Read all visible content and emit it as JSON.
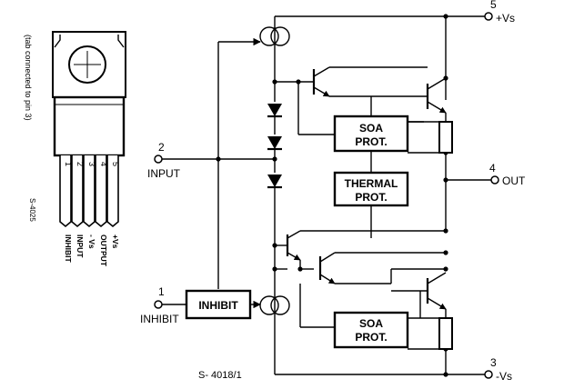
{
  "package": {
    "tab_note": "(tab connected to pin 3)",
    "pin_numbers": [
      "1",
      "2",
      "3",
      "4",
      "5"
    ],
    "pin_labels": [
      "INHIBIT",
      "INPUT",
      "- Vs",
      "OUTPUT",
      "+Vs"
    ],
    "drawing_code": "S-4025"
  },
  "pins": {
    "vs_pos": {
      "number": "5",
      "label": "+Vs"
    },
    "input": {
      "number": "2",
      "label": "INPUT"
    },
    "out": {
      "number": "4",
      "label": "OUT"
    },
    "inhibit": {
      "number": "1",
      "label": "INHIBIT"
    },
    "vs_neg": {
      "number": "3",
      "label": "-Vs"
    }
  },
  "blocks": {
    "soa_top": [
      "SOA",
      "PROT."
    ],
    "thermal": [
      "THERMAL",
      "PROT."
    ],
    "soa_bottom": [
      "SOA",
      "PROT."
    ],
    "inhibit": "INHIBIT"
  },
  "figure_code": "S- 4018/1"
}
